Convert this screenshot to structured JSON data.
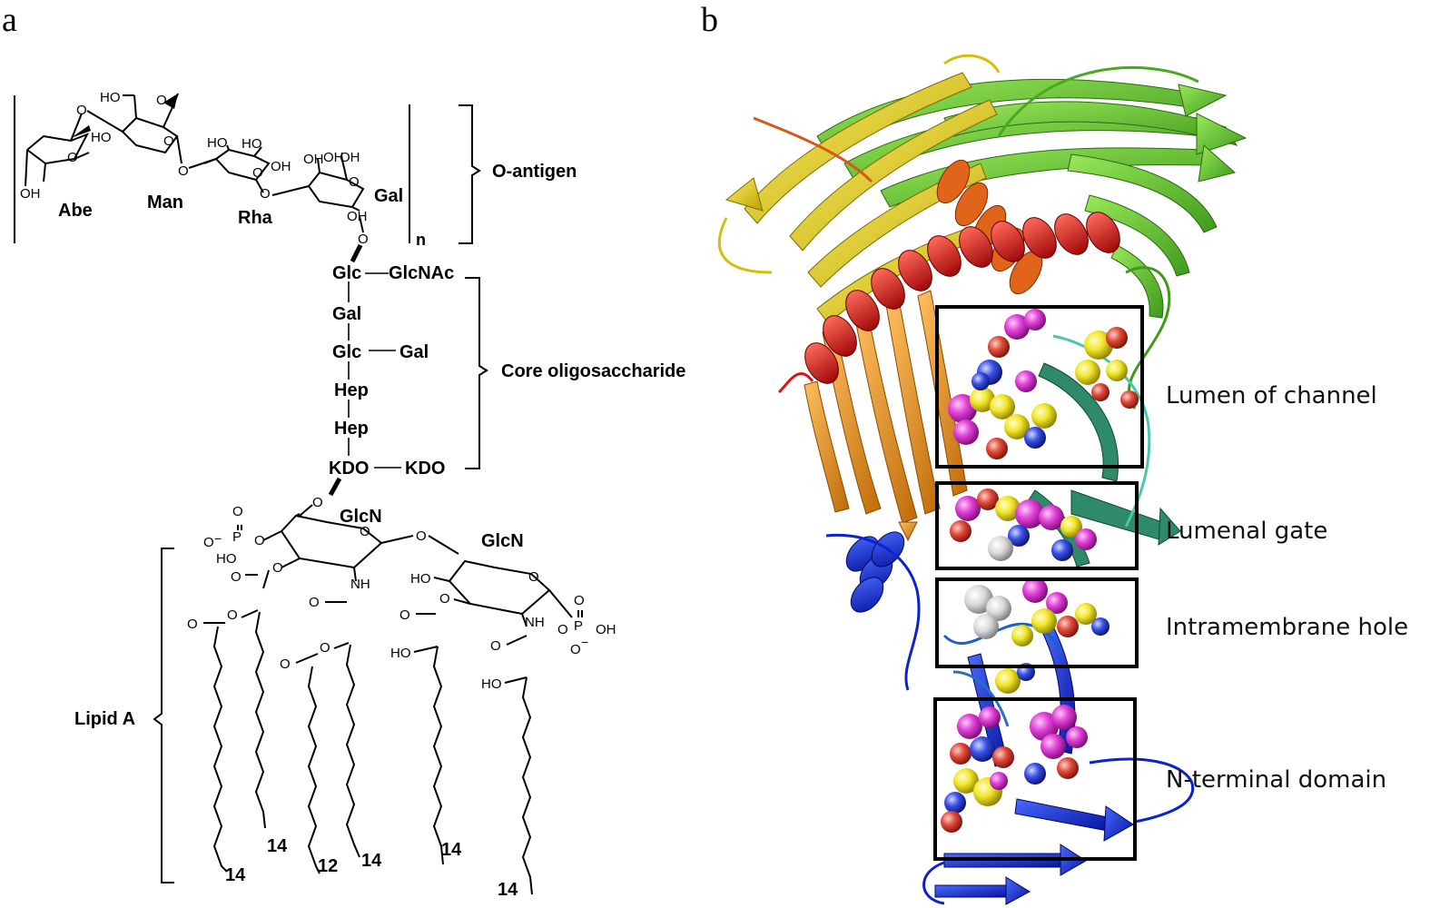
{
  "panels": {
    "a": "a",
    "b": "b"
  },
  "panel_a": {
    "sugars": {
      "abe": "Abe",
      "man": "Man",
      "rha": "Rha",
      "gal": "Gal"
    },
    "repeat_n": "n",
    "o_antigen": "O-antigen",
    "core": {
      "glc1": "Glc",
      "glcnac": "GlcNAc",
      "gal1": "Gal",
      "glc2": "Glc",
      "gal2": "Gal",
      "hep1": "Hep",
      "hep2": "Hep",
      "kdo1": "KDO",
      "kdo2": "KDO"
    },
    "core_label": "Core oligosaccharide",
    "lipid": {
      "glcn1": "GlcN",
      "glcn2": "GlcN",
      "label": "Lipid A"
    },
    "atoms": {
      "ho": "HO",
      "oh": "OH",
      "o": "O",
      "p": "P",
      "nh": "NH",
      "o_minus": "O",
      "minus": "−"
    },
    "chain_lengths": [
      "14",
      "14",
      "12",
      "14",
      "14",
      "14"
    ]
  },
  "panel_b": {
    "regions": [
      "Lumen of channel",
      "Lumenal gate",
      "Intramembrane hole",
      "N-terminal domain"
    ],
    "colors": {
      "sheet_green": "#5fc42c",
      "sheet_yellow": "#e6d21c",
      "sheet_orange": "#f0951e",
      "helix_red": "#d81414",
      "helix_orange": "#e0641a",
      "nterm_blue": "#0a22d0",
      "teal": "#2f8a6a",
      "sphere_magenta": "#e040d8",
      "sphere_yellow": "#f2e82a",
      "sphere_red": "#e04a3a",
      "sphere_blue": "#3a50e6",
      "sphere_white": "#dcdcdc"
    }
  }
}
